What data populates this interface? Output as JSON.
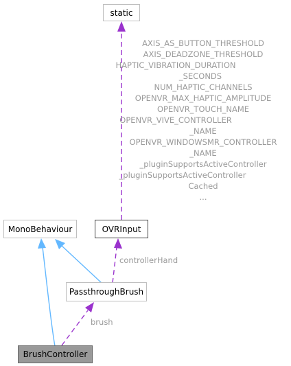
{
  "nodes": {
    "static": "static",
    "monobehaviour": "MonoBehaviour",
    "ovrinput": "OVRInput",
    "passthroughbrush": "PassthroughBrush",
    "brushcontroller": "BrushController"
  },
  "edge_labels": {
    "controller_hand": "controllerHand",
    "brush": "brush"
  },
  "static_members": [
    "AXIS_AS_BUTTON_THRESHOLD",
    "AXIS_DEADZONE_THRESHOLD",
    "HAPTIC_VIBRATION_DURATION",
    "_SECONDS",
    "NUM_HAPTIC_CHANNELS",
    "OPENVR_MAX_HAPTIC_AMPLITUDE",
    "OPENVR_TOUCH_NAME",
    "OPENVR_VIVE_CONTROLLER",
    "_NAME",
    "OPENVR_WINDOWSMR_CONTROLLER",
    "_NAME",
    "_pluginSupportsActiveController",
    "_pluginSupportsActiveController",
    "Cached",
    "..."
  ],
  "colors": {
    "inheritance_edge": "#63b8ff",
    "usage_edge": "#9a32cd",
    "label_text": "#9a9a9a",
    "selected_fill": "#999999"
  }
}
